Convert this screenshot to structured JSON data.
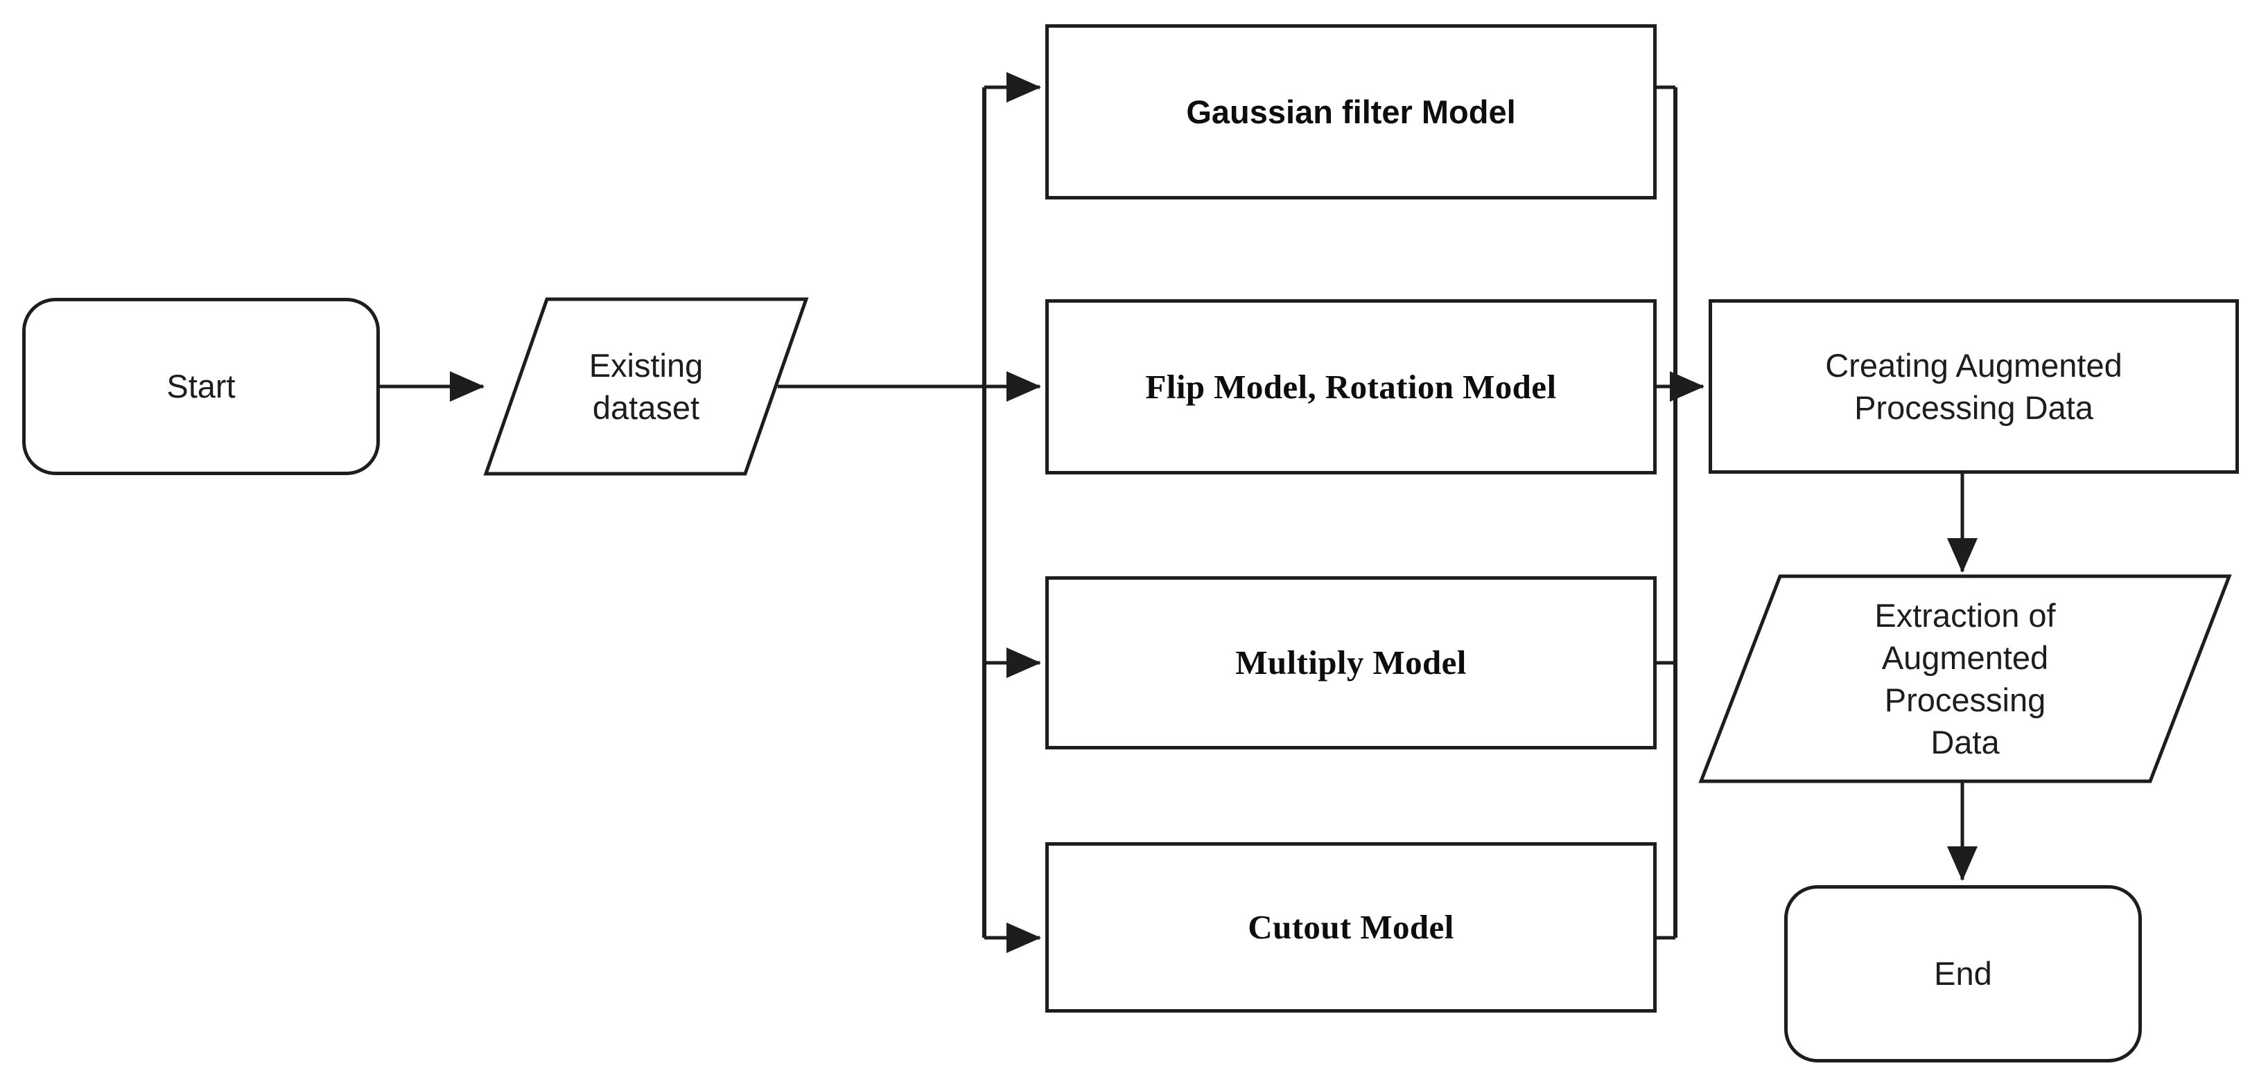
{
  "diagram": {
    "title": "Data augmentation flowchart",
    "stroke_color": "#1d1d1d",
    "background_color": "#ffffff"
  },
  "nodes": {
    "start": {
      "label": "Start",
      "shape": "terminator"
    },
    "existing_dataset": {
      "label": "Existing\ndataset",
      "shape": "data"
    },
    "gaussian_filter_model": {
      "label": "Gaussian filter Model",
      "shape": "process"
    },
    "flip_rotation_model": {
      "label": "Flip Model, Rotation Model",
      "shape": "process"
    },
    "multiply_model": {
      "label": "Multiply Model",
      "shape": "process"
    },
    "cutout_model": {
      "label": "Cutout Model",
      "shape": "process"
    },
    "creating_augmented_processing_data": {
      "label": "Creating Augmented\nProcessing Data",
      "shape": "process"
    },
    "extraction_of_augmented_processing_data": {
      "label": "Extraction of\nAugmented\nProcessing\nData",
      "shape": "data"
    },
    "end": {
      "label": "End",
      "shape": "terminator"
    }
  },
  "edges": [
    {
      "from": "start",
      "to": "existing_dataset",
      "arrow": true
    },
    {
      "from": "existing_dataset",
      "to": "branch-bus",
      "arrow": false
    },
    {
      "from": "branch-bus",
      "to": "gaussian_filter_model",
      "arrow": true
    },
    {
      "from": "branch-bus",
      "to": "flip_rotation_model",
      "arrow": true
    },
    {
      "from": "branch-bus",
      "to": "multiply_model",
      "arrow": true
    },
    {
      "from": "branch-bus",
      "to": "cutout_model",
      "arrow": true
    },
    {
      "from": "gaussian_filter_model",
      "to": "merge-bus",
      "arrow": false
    },
    {
      "from": "flip_rotation_model",
      "to": "merge-bus",
      "arrow": false
    },
    {
      "from": "multiply_model",
      "to": "merge-bus",
      "arrow": false
    },
    {
      "from": "cutout_model",
      "to": "merge-bus",
      "arrow": false
    },
    {
      "from": "merge-bus",
      "to": "creating_augmented_processing_data",
      "arrow": true
    },
    {
      "from": "creating_augmented_processing_data",
      "to": "extraction_of_augmented_processing_data",
      "arrow": true
    },
    {
      "from": "extraction_of_augmented_processing_data",
      "to": "end",
      "arrow": true
    }
  ]
}
